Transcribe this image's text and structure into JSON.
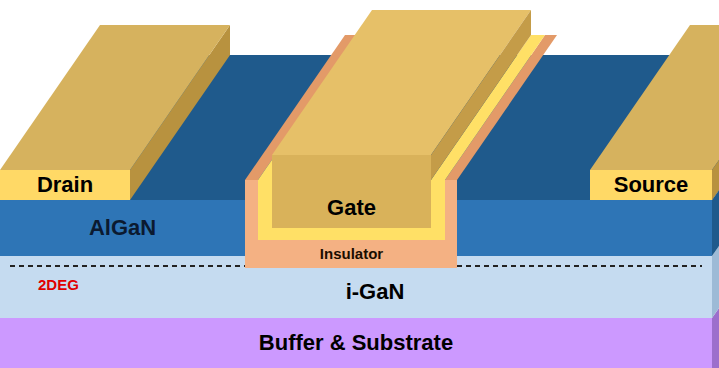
{
  "diagram": {
    "nodes": [
      {
        "text": [
          "Drain"
        ]
      },
      {
        "text": [
          "Gate"
        ]
      },
      {
        "text": [
          "Source"
        ]
      },
      {
        "text": [
          "AlGaN"
        ]
      },
      {
        "text": [
          "Insulator"
        ]
      },
      {
        "text": [
          "i-GaN"
        ]
      },
      {
        "text": [
          "Buffer & Substrate"
        ]
      }
    ],
    "labels": [
      "2DEG"
    ]
  }
}
